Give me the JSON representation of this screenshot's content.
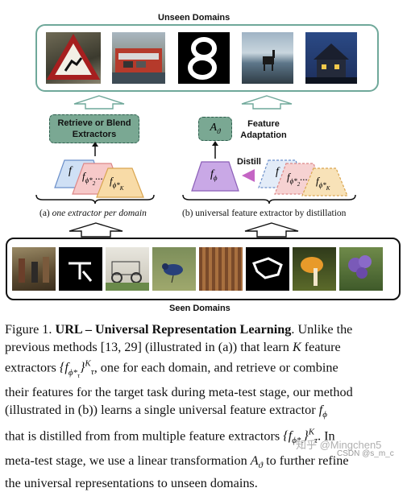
{
  "figure": {
    "unseen_title": "Unseen Domains",
    "seen_title": "Seen Domains",
    "retrieve_box": "Retrieve or Blend Extractors",
    "feature_adaptation": "Feature Adaptation",
    "distill_label": "Distill",
    "a_theta": "A",
    "a_theta_sub": "ϑ",
    "f_label": "f",
    "f_phi_sub": "ϕ",
    "f_phi2_sub": "ϕ*",
    "f_phi2_subsub": "2",
    "f_phiK_sub": "ϕ*",
    "f_phiK_subsub": "K",
    "dots": "...",
    "sub_a_tag": "(a)",
    "sub_a_text": " one extractor per domain",
    "sub_b_tag": "(b)",
    "sub_b_text": " universal feature extractor by distillation",
    "unseen_images": [
      "deer-warning-road-sign",
      "ferry-with-cars",
      "handwritten-eight-digit",
      "deer-silhouette-lake",
      "house-at-dusk"
    ],
    "seen_images": [
      "people-in-village",
      "handwritten-character",
      "vintage-car-sketch",
      "bird-on-grass",
      "woven-texture",
      "doodle-sketch",
      "mushroom",
      "purple-flower"
    ]
  },
  "caption": {
    "label": "Figure 1.",
    "bold_title": "URL – Universal Representation Learning",
    "line1_rest": ". Unlike the",
    "line2": "previous methods [13, 29] (illustrated in (a)) that learn",
    "K": "K",
    "line2_end": "feature",
    "line3_start": "extractors",
    "line3_end": ", one for each domain, and retrieve or combine",
    "line4": "their features for the target task during meta-test stage, our method",
    "line5": "(illustrated in (b)) learns a single universal feature extractor",
    "line6": "that is distilled from from multiple feature extractors",
    "line6_end": ". In",
    "line7": "meta-test stage, we use a linear transformation",
    "line7_end": "to further refine",
    "line8": "the universal representations to unseen domains."
  },
  "watermark": {
    "zhihu": "知乎 @Mingchen5",
    "csdn": "CSDN @s_m_c"
  }
}
